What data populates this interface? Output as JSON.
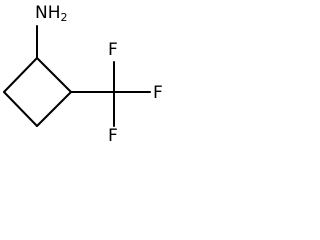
{
  "molecule": {
    "labels": {
      "amine_main": "NH",
      "amine_subscript": "2",
      "fluorine_top": "F",
      "fluorine_right": "F",
      "fluorine_bottom": "F"
    }
  }
}
